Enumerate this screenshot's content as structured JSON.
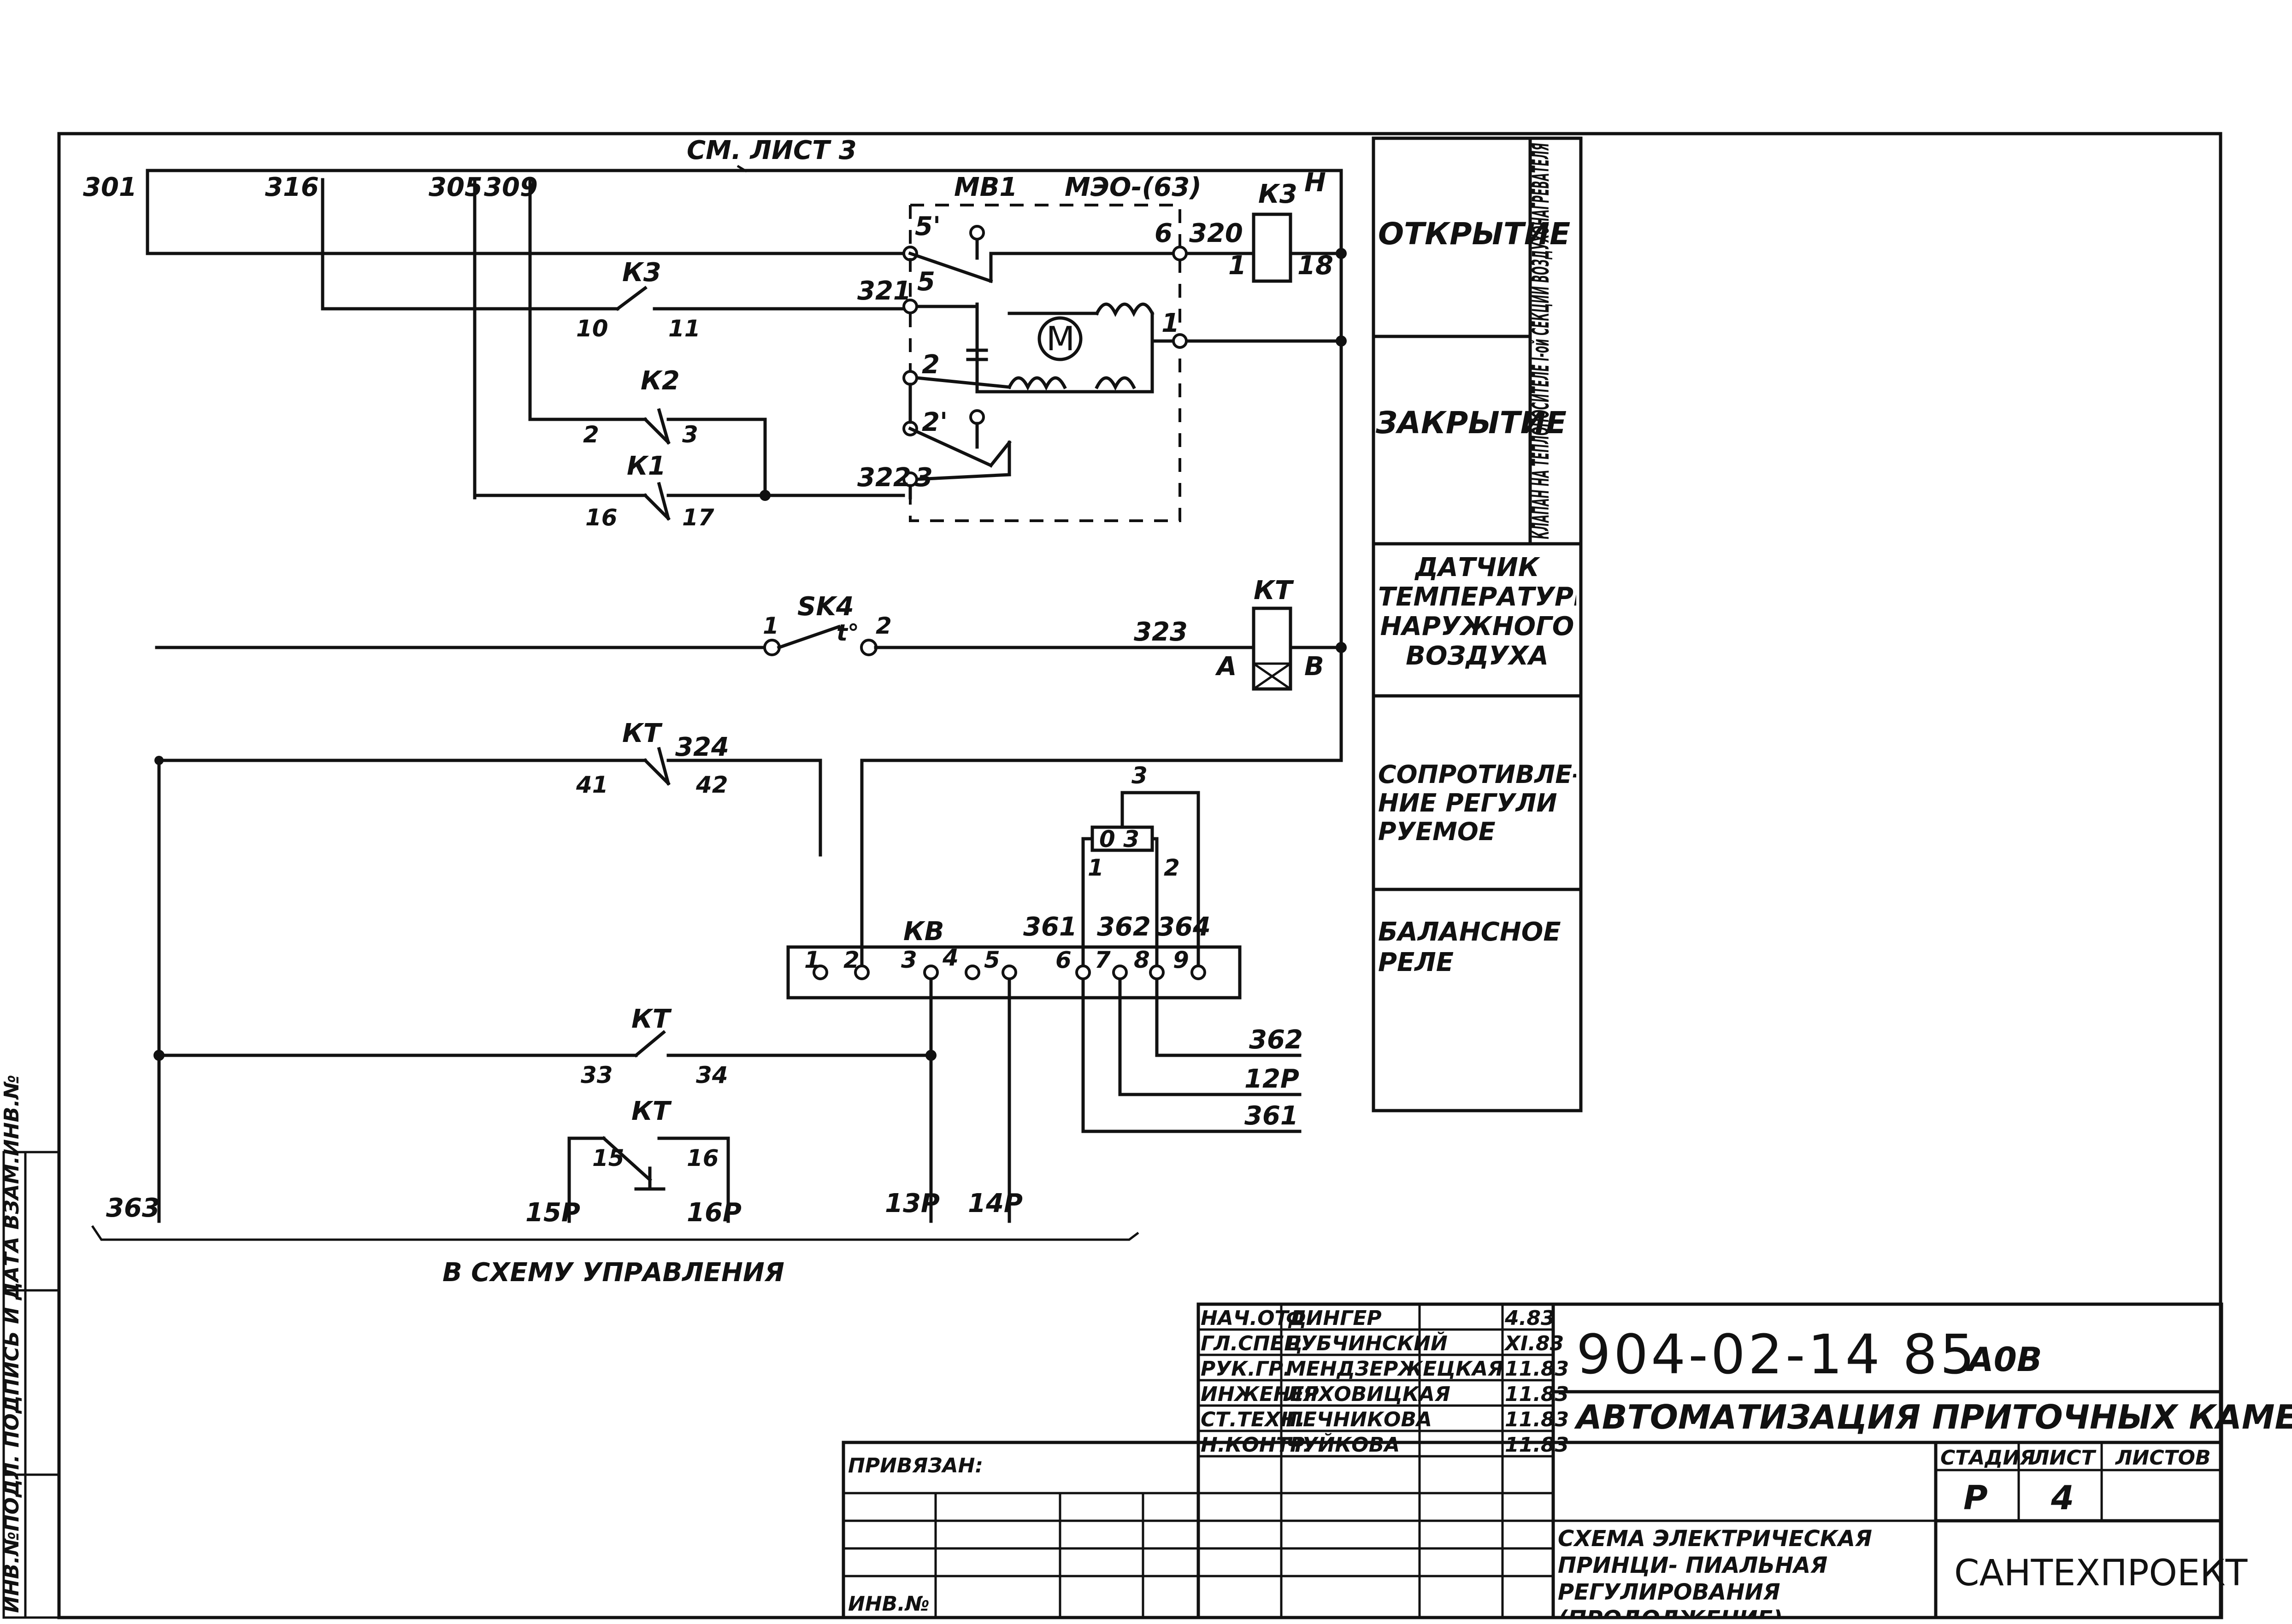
{
  "sheet_ref": "СМ. ЛИСТ 3",
  "to_control": "В СХЕМУ УПРАВЛЕНИЯ",
  "wire_labels": [
    "301",
    "316",
    "305",
    "309",
    "320",
    "321",
    "322",
    "323",
    "324",
    "363",
    "361",
    "362",
    "364",
    "12Р",
    "15Р",
    "16Р",
    "13Р",
    "14Р"
  ],
  "devices": {
    "mb1": "МВ1",
    "meo": "МЭО-(63)",
    "k3": "К3",
    "k2": "К2",
    "k1": "К1",
    "sk4": "SK4",
    "kt": "КТ",
    "kv": "КВ",
    "motor": "M",
    "to": "t°",
    "oz": "0 3"
  },
  "terminals": {
    "n": "Н",
    "k3_a": "10",
    "k3_b": "11",
    "k2_a": "2",
    "k2_b": "3",
    "k1_a": "16",
    "k1_b": "17",
    "meo_5p": "5'",
    "meo_5": "5",
    "meo_6": "6",
    "meo_2": "2",
    "meo_2p": "2'",
    "meo_3": "3",
    "meo_1": "1",
    "coil_1": "1",
    "coil_18": "18",
    "sk_1": "1",
    "sk_2": "2",
    "kt_a": "А",
    "kt_b": "В",
    "kt_41": "41",
    "kt_42": "42",
    "kt_33": "33",
    "kt_34": "34",
    "kt_15": "15",
    "kt_16": "16",
    "kv_1": "1",
    "kv_2": "2",
    "kv_3": "3",
    "kv_4": "4",
    "kv_5": "5",
    "kv_6": "6",
    "kv_7": "7",
    "kv_8": "8",
    "kv_9": "9",
    "r_1": "1",
    "r_2": "2",
    "r_3": "3"
  },
  "legend": {
    "open": "ОТКРЫТИЕ",
    "close": "ЗАКРЫТИЕ",
    "valve": "КЛАПАН НА ТЕПЛОНОСИТЕЛЕ I-ой СЕКЦИИ ВОЗДУХОНАГРЕВАТЕЛЯ",
    "sensor": "ДАТЧИК ТЕМПЕРАТУРЫ НАРУЖНОГО ВОЗДУХА",
    "resistance": "СОПРОТИВЛЕ- НИЕ РЕГУЛИ РУЕМОЕ",
    "relay": "БАЛАНСНОЕ РЕЛЕ"
  },
  "title_block": {
    "code": "904-02-14 85",
    "album": "А0В",
    "title": "АВТОМАТИЗАЦИЯ ПРИТОЧНЫХ КАМЕР",
    "sheet_title": "СХЕМА ЭЛЕКТРИЧЕСКАЯ ПРИНЦИ- ПИАЛЬНАЯ РЕГУЛИРОВАНИЯ (ПРОДОЛЖЕНИЕ)",
    "org": "САНТЕХПРОЕКТ",
    "stage_label": "СТАДИЯ",
    "sheet_label": "ЛИСТ",
    "sheets_label": "ЛИСТОВ",
    "stage": "Р",
    "sheet": "4",
    "bound": "ПРИВЯЗАН:",
    "inv": "ИНВ.№",
    "side_stamp": "ИНВ.№ПОДЛ. ПОДПИСЬ И ДАТА ВЗАМ.ИНВ.№",
    "staff": [
      {
        "role": "НАЧ.ОТД.",
        "name": "ФИНГЕР",
        "date": "4.83"
      },
      {
        "role": "ГЛ.СПЕЦ.",
        "name": "РУБЧИНСКИЙ",
        "date": "XI.83"
      },
      {
        "role": "РУК.ГР.",
        "name": "МЕНДЗЕРЖЕЦКАЯ",
        "date": "11.83"
      },
      {
        "role": "ИНЖЕНЕР",
        "name": "ЛЯХОВИЦКАЯ",
        "date": "11.83"
      },
      {
        "role": "СТ.ТЕХН.",
        "name": "ПЕЧНИКОВА",
        "date": "11.83"
      },
      {
        "role": "Н.КОНТР.",
        "name": "ЧУЙКОВА",
        "date": "11.83"
      }
    ]
  }
}
